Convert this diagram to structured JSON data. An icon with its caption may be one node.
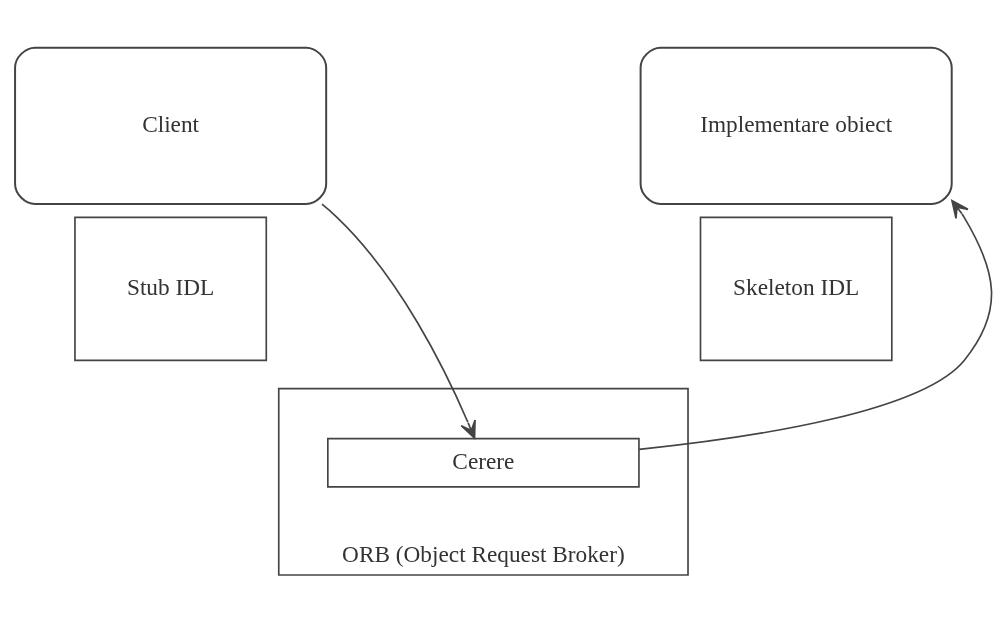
{
  "diagram": {
    "nodes": [
      {
        "text": [
          "Client"
        ]
      },
      {
        "text": [
          "Stub IDL"
        ]
      },
      {
        "text": [
          "Implementare obiect"
        ]
      },
      {
        "text": [
          "Skeleton IDL"
        ]
      },
      {
        "text": [
          "ORB (Object Request Broker)"
        ]
      },
      {
        "text": [
          "Cerere"
        ],
        "in": 4
      }
    ],
    "edges": [
      {
        "from": 0,
        "to": 5,
        "arrow": "to"
      },
      {
        "from": 5,
        "to": 2,
        "arrow": "to"
      }
    ]
  }
}
